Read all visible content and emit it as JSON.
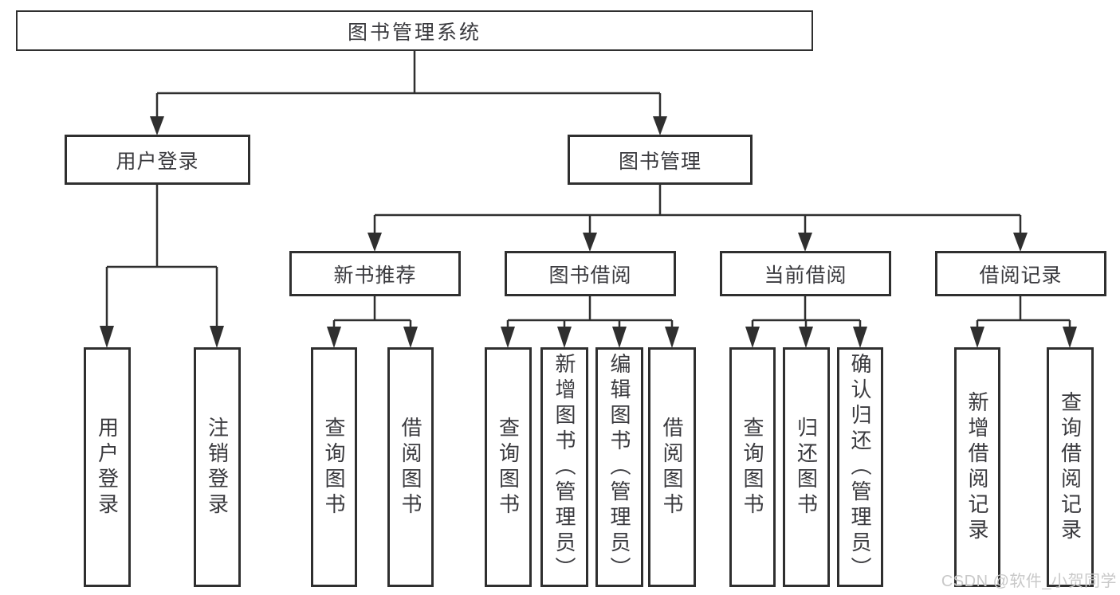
{
  "diagram": {
    "root": {
      "label": "图书管理系统"
    },
    "branches": [
      {
        "label": "用户登录",
        "children": [
          {
            "label": "用户登录"
          },
          {
            "label": "注销登录"
          }
        ]
      },
      {
        "label": "图书管理",
        "children": [
          {
            "label": "新书推荐",
            "children": [
              {
                "label": "查询图书"
              },
              {
                "label": "借阅图书"
              }
            ]
          },
          {
            "label": "图书借阅",
            "children": [
              {
                "label": "查询图书"
              },
              {
                "label": "新增图书（管理员）"
              },
              {
                "label": "编辑图书（管理员）"
              },
              {
                "label": "借阅图书"
              }
            ]
          },
          {
            "label": "当前借阅",
            "children": [
              {
                "label": "查询图书"
              },
              {
                "label": "归还图书"
              },
              {
                "label": "确认归还（管理员）"
              }
            ]
          },
          {
            "label": "借阅记录",
            "children": [
              {
                "label": "新增借阅记录"
              },
              {
                "label": "查询借阅记录"
              }
            ]
          }
        ]
      }
    ]
  },
  "watermark": {
    "text": "CSDN @软件_小贺同学"
  },
  "colors": {
    "line": "#2f2f2f",
    "text": "#3a3a3e",
    "watermark": "#c9c9c9",
    "background": "#ffffff"
  }
}
